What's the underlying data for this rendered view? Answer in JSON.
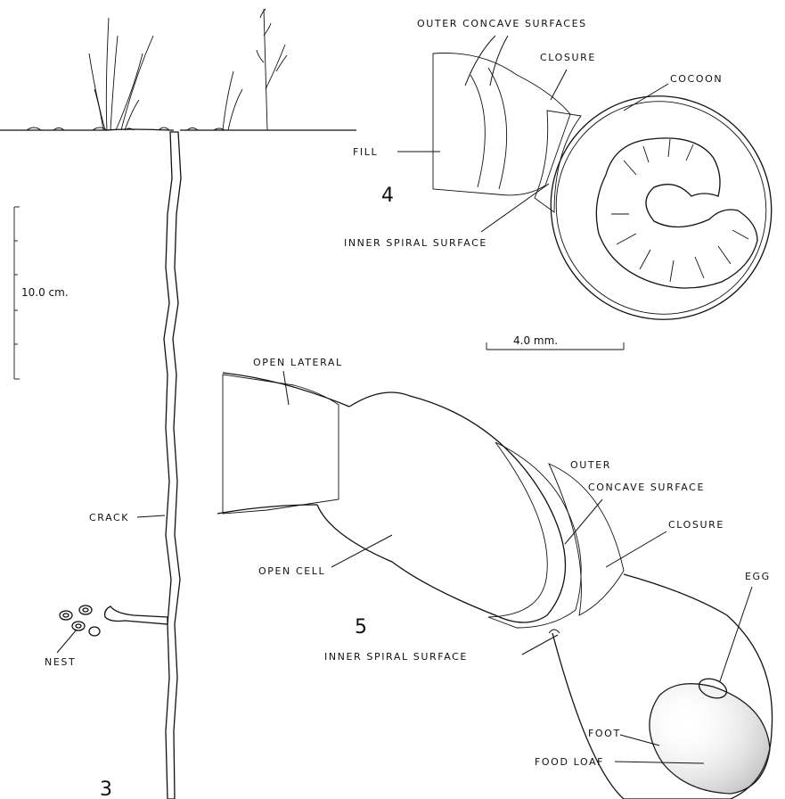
{
  "figures": {
    "fig3": {
      "number": "3",
      "labels": {
        "crack": "CRACK",
        "nest": "NEST"
      },
      "scale_bar": "10.0 cm."
    },
    "fig4": {
      "number": "4",
      "labels": {
        "outer_concave_surfaces": "OUTER CONCAVE SURFACES",
        "closure": "CLOSURE",
        "cocoon": "COCOON",
        "fill": "FILL",
        "inner_spiral_surface": "INNER SPIRAL SURFACE"
      },
      "scale_bar": "4.0 mm."
    },
    "fig5": {
      "number": "5",
      "labels": {
        "open_lateral": "OPEN LATERAL",
        "outer": "OUTER",
        "concave_surface": "CONCAVE SURFACE",
        "closure": "CLOSURE",
        "egg": "EGG",
        "open_cell": "OPEN CELL",
        "inner_spiral_surface": "INNER SPIRAL SURFACE",
        "foot": "FOOT",
        "food_loaf": "FOOD LOAF"
      }
    }
  }
}
